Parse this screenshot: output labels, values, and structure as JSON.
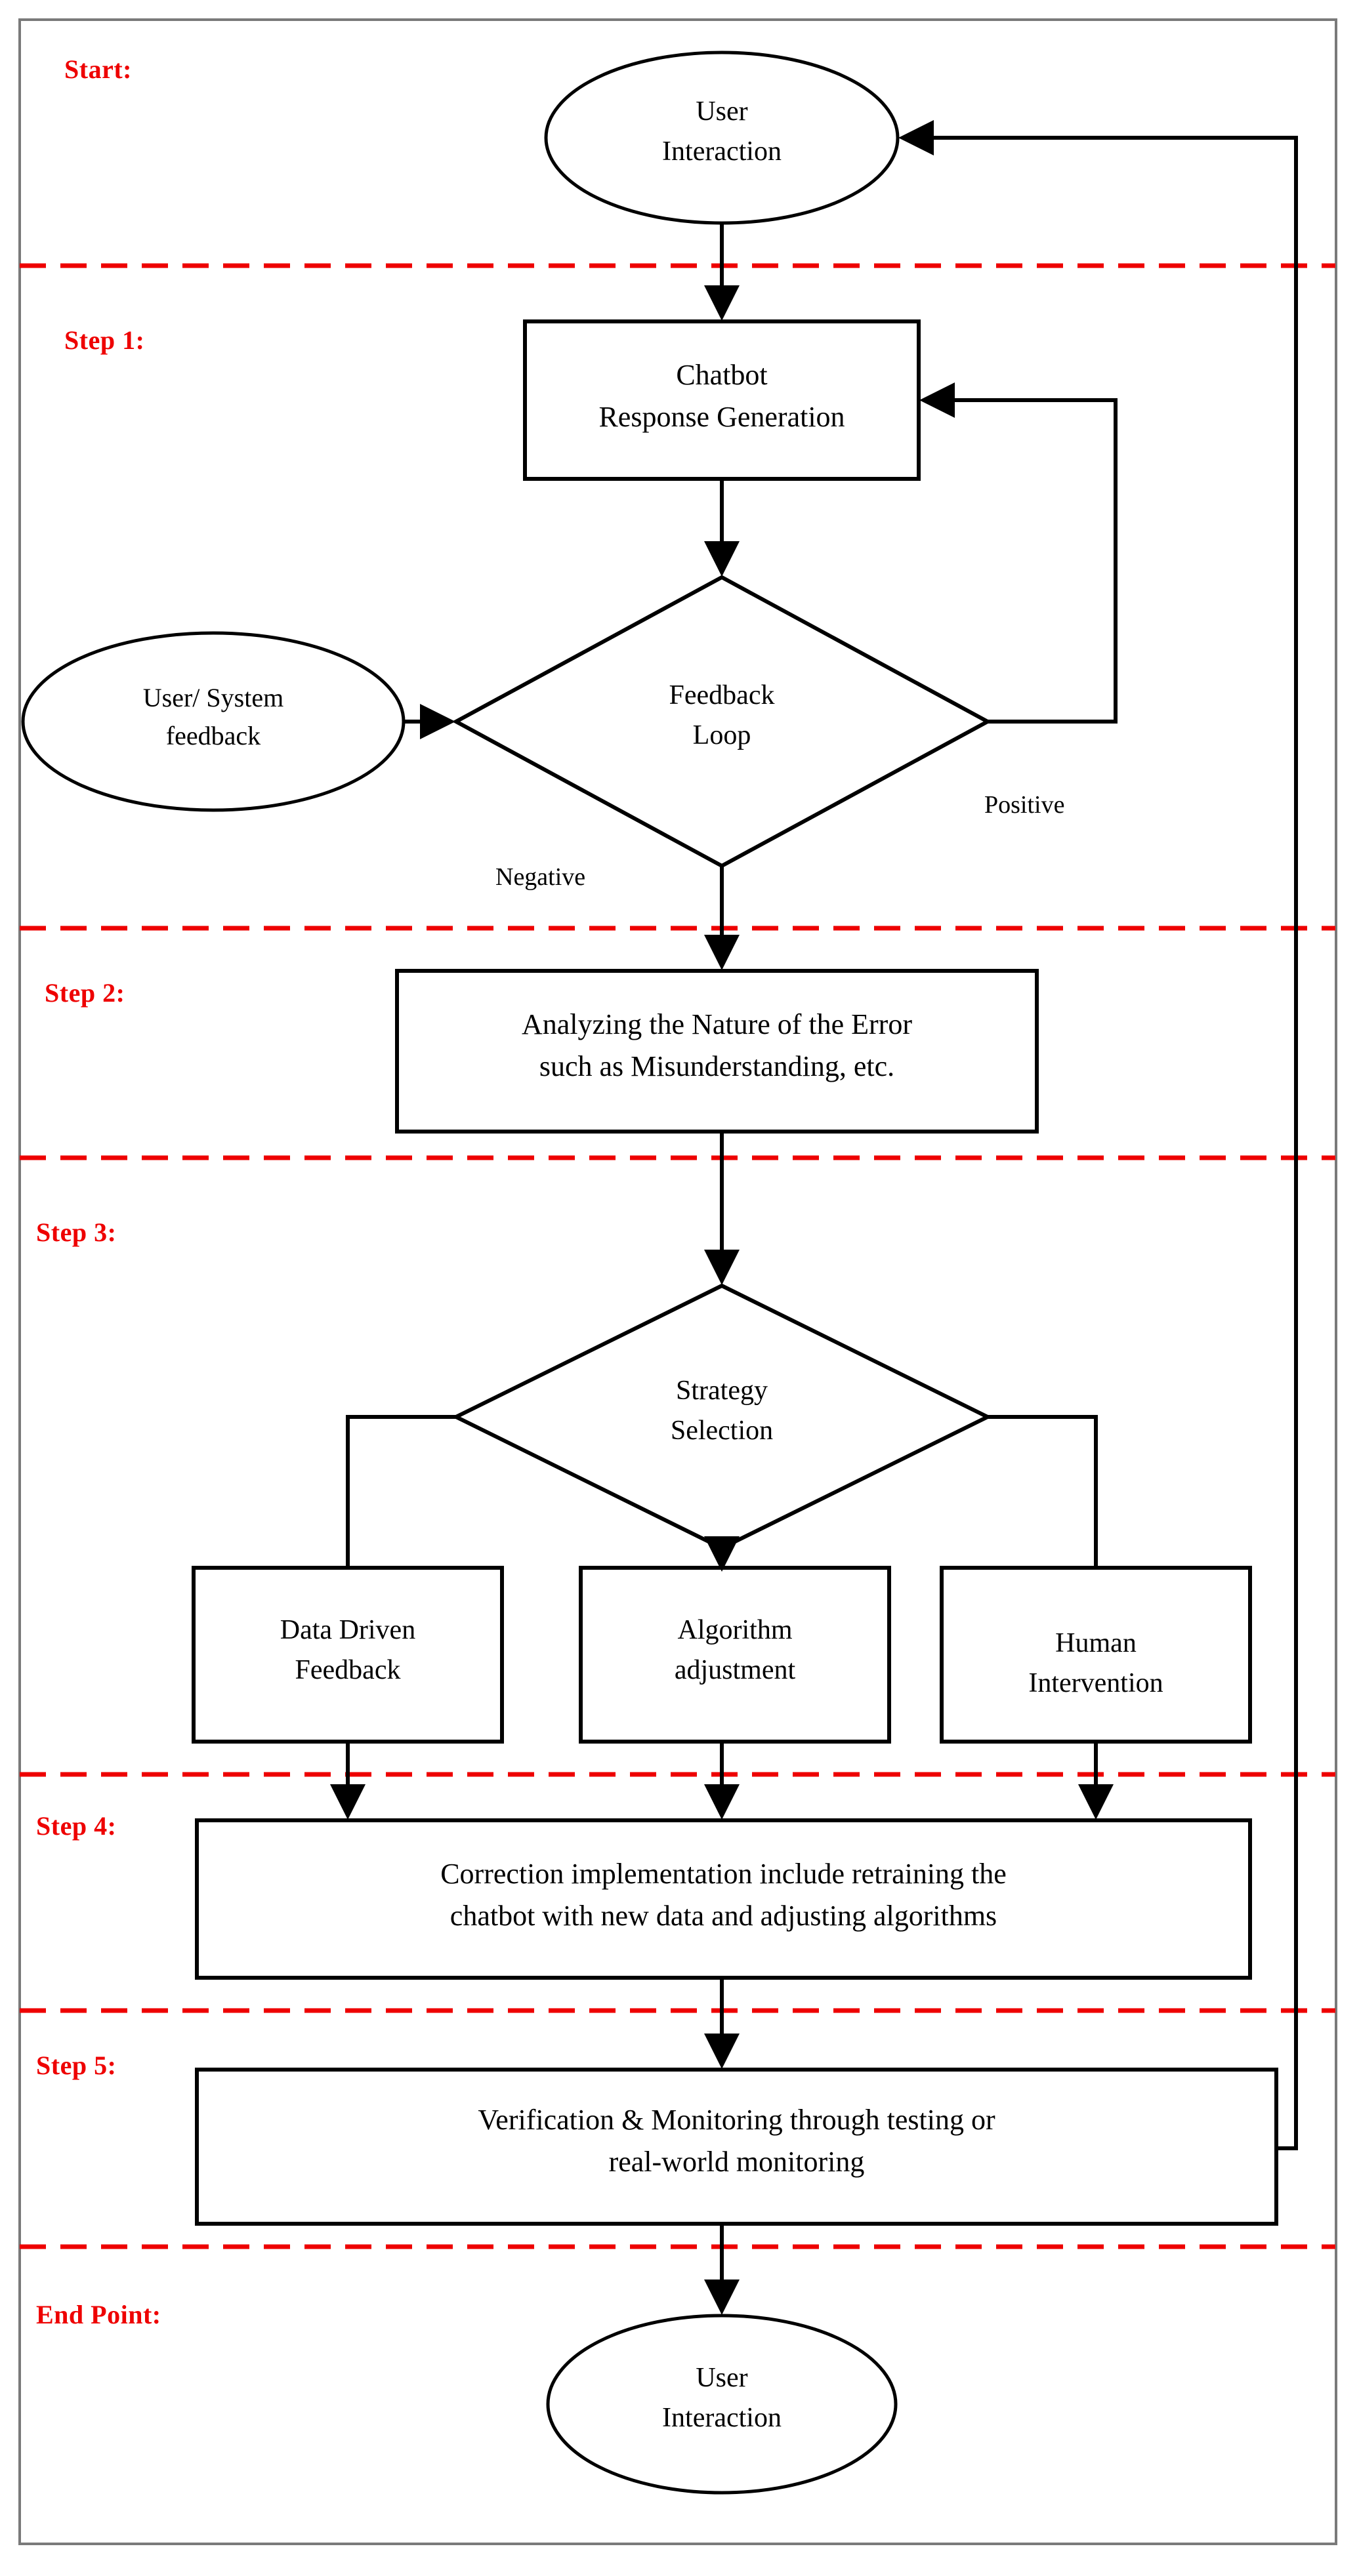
{
  "diagram": {
    "type": "flowchart",
    "orientation": "top-to-bottom",
    "frame_color": "#7a7a7a",
    "divider_color": "#ee0000",
    "node_stroke_color": "#000000",
    "background": "#ffffff"
  },
  "lanes": [
    {
      "id": "start",
      "label": "Start:"
    },
    {
      "id": "step1",
      "label": "Step 1:"
    },
    {
      "id": "step2",
      "label": "Step 2:"
    },
    {
      "id": "step3",
      "label": "Step 3:"
    },
    {
      "id": "step4",
      "label": "Step 4:"
    },
    {
      "id": "step5",
      "label": "Step 5:"
    },
    {
      "id": "end",
      "label": "End Point:"
    }
  ],
  "nodes": {
    "start_ellipse": {
      "shape": "ellipse",
      "line1": "User",
      "line2": "Interaction"
    },
    "chatbot_box": {
      "shape": "rectangle",
      "line1": "Chatbot",
      "line2": "Response Generation"
    },
    "feedback_diamond": {
      "shape": "diamond",
      "line1": "Feedback",
      "line2": "Loop"
    },
    "user_system_feedback": {
      "shape": "ellipse",
      "line1": "User/ System",
      "line2": "feedback"
    },
    "analyze_box": {
      "shape": "rectangle",
      "line1": "Analyzing the Nature of the Error",
      "line2": "such as Misunderstanding, etc."
    },
    "strategy_diamond": {
      "shape": "diamond",
      "line1": "Strategy",
      "line2": "Selection"
    },
    "data_driven_box": {
      "shape": "rectangle",
      "line1": "Data Driven",
      "line2": "Feedback"
    },
    "algorithm_box": {
      "shape": "rectangle",
      "line1": "Algorithm",
      "line2": "adjustment"
    },
    "human_box": {
      "shape": "rectangle",
      "line1": "Human",
      "line2": "Intervention"
    },
    "correction_box": {
      "shape": "rectangle",
      "line1": "Correction implementation include retraining the",
      "line2": "chatbot with new data and adjusting algorithms"
    },
    "verification_box": {
      "shape": "rectangle",
      "line1": "Verification & Monitoring through testing or",
      "line2": "real-world monitoring"
    },
    "end_ellipse": {
      "shape": "ellipse",
      "line1": "User",
      "line2": "Interaction"
    }
  },
  "edge_labels": {
    "positive": "Positive",
    "negative": "Negative"
  }
}
